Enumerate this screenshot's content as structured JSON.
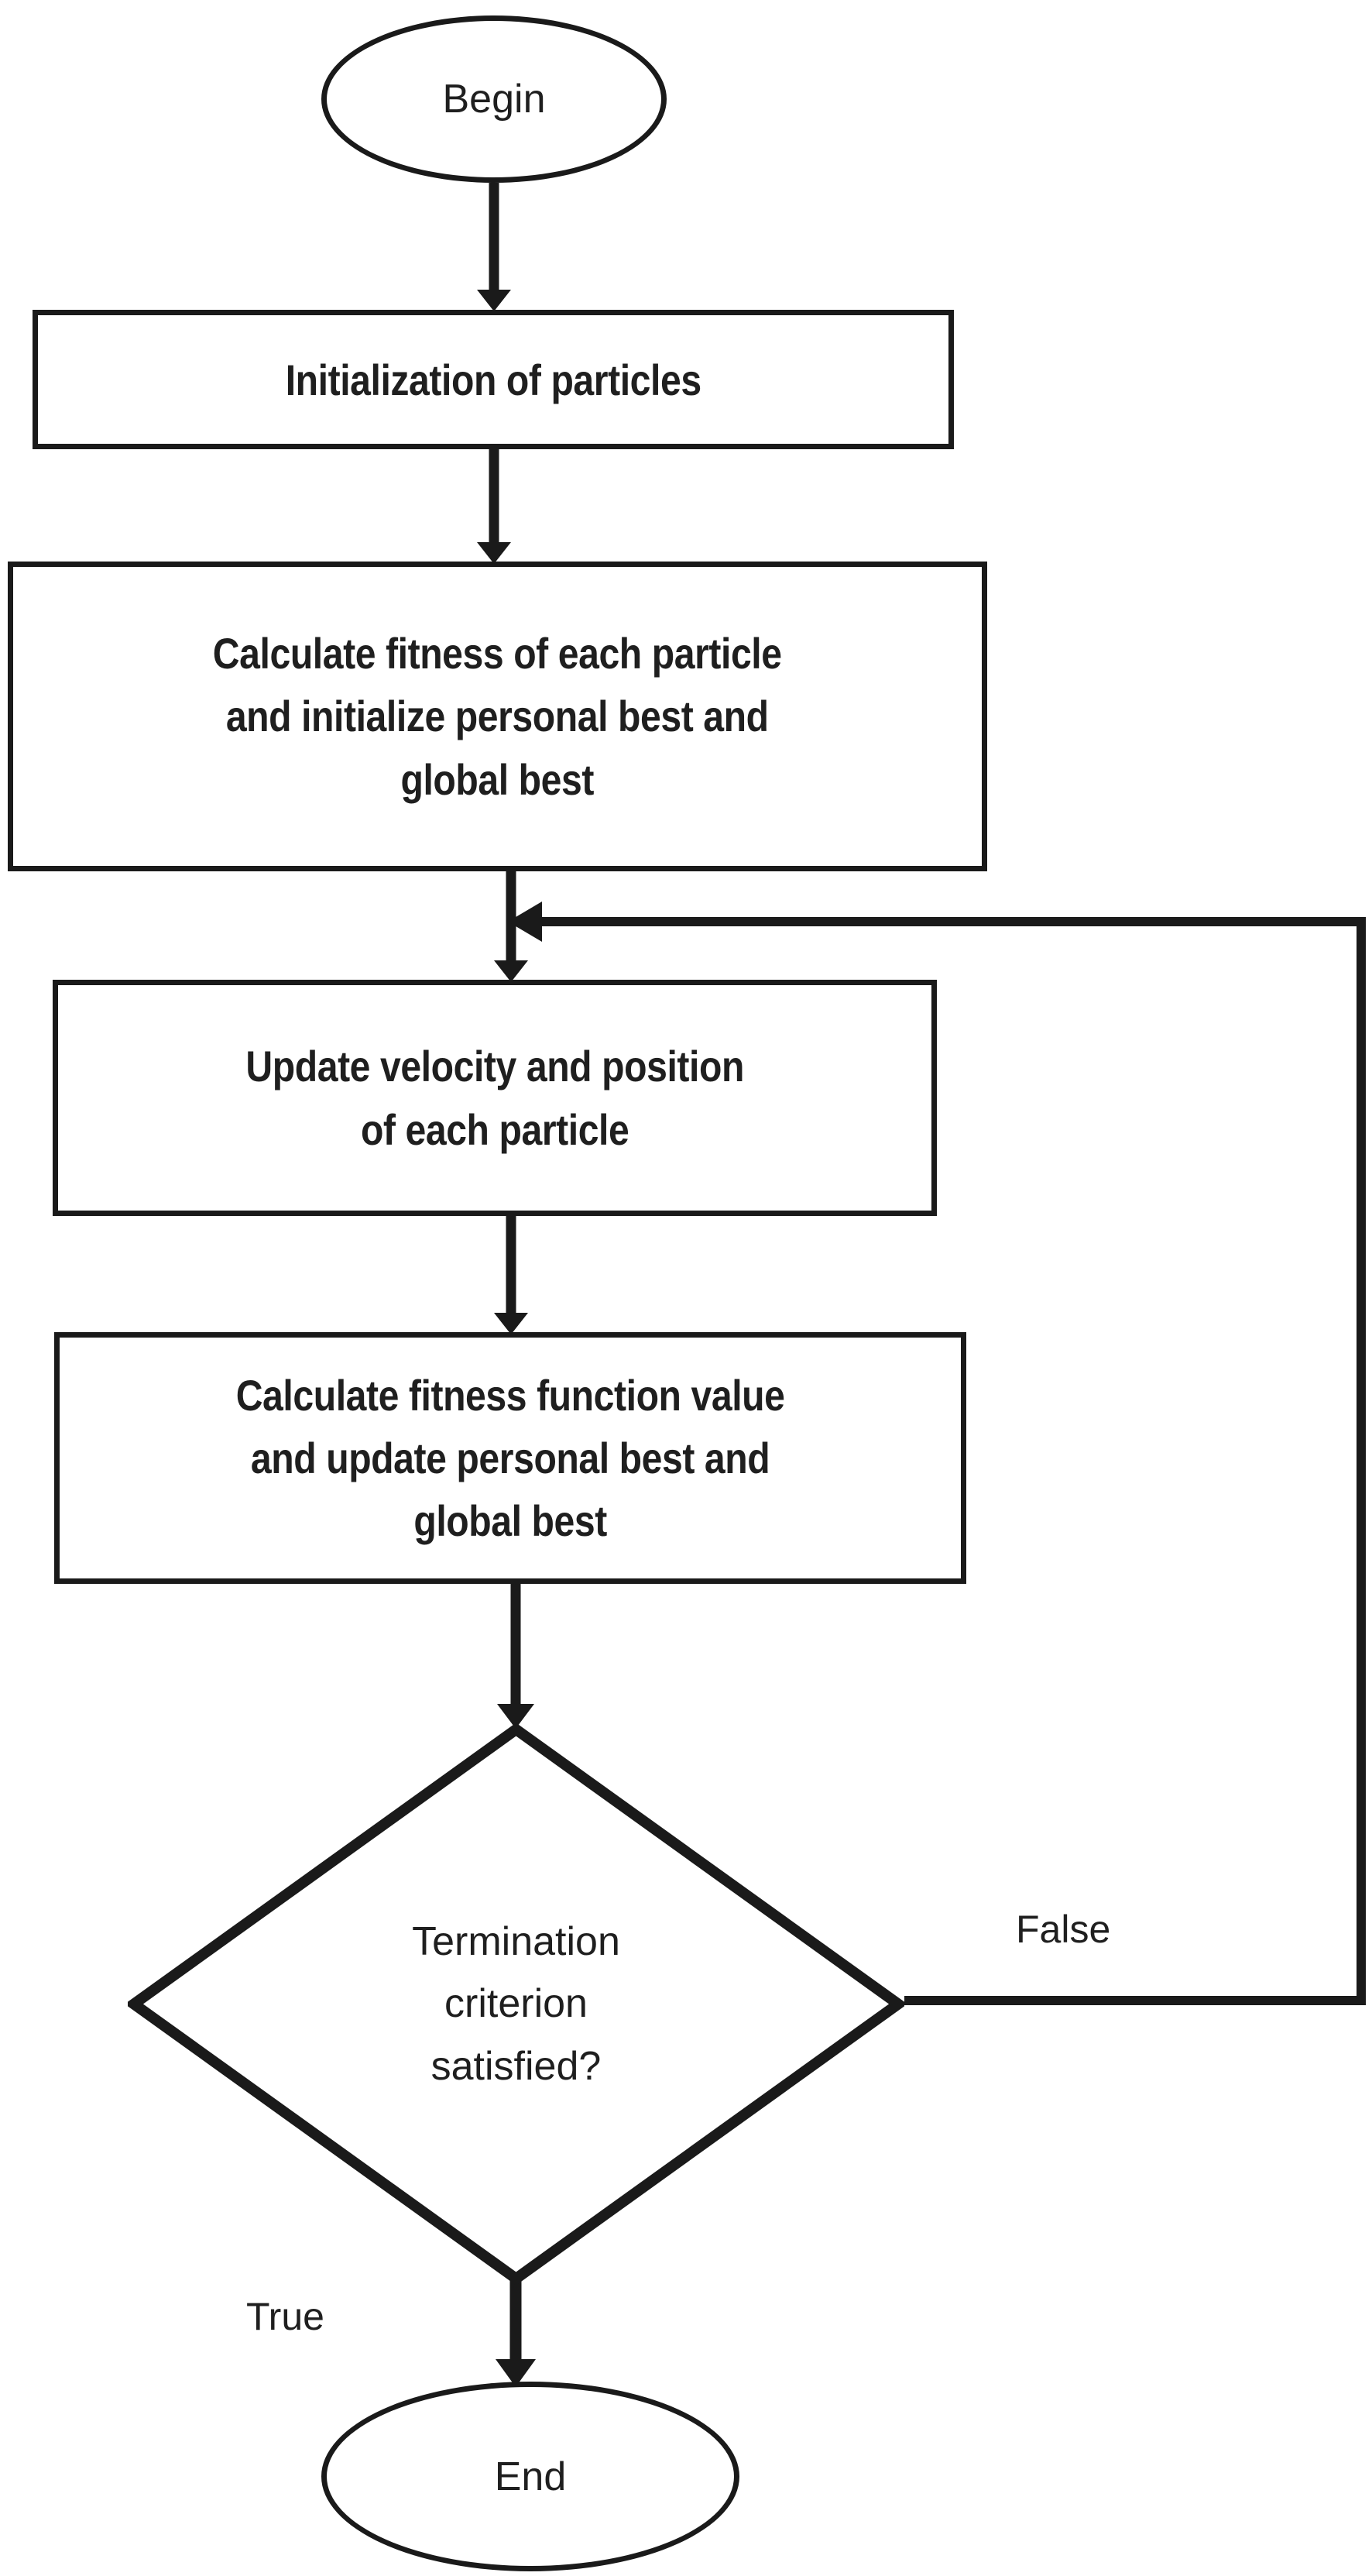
{
  "diagram": {
    "type": "flowchart",
    "title": "Particle Swarm Optimization flowchart",
    "colors": {
      "stroke": "#1a1a1a",
      "text": "#1f1f1f",
      "background": "#ffffff"
    },
    "nodes": [
      {
        "id": "begin",
        "shape": "ellipse",
        "label": "Begin"
      },
      {
        "id": "init",
        "shape": "rectangle",
        "label": "Initialization of particles"
      },
      {
        "id": "calcfit",
        "shape": "rectangle",
        "label": "Calculate fitness of each particle\nand initialize  personal best and\nglobal best"
      },
      {
        "id": "update",
        "shape": "rectangle",
        "label": "Update velocity and  position\nof each particle"
      },
      {
        "id": "calcfn",
        "shape": "rectangle",
        "label": "Calculate fitness function value\nand update personal best and\nglobal best"
      },
      {
        "id": "decision",
        "shape": "diamond",
        "label": "Termination\ncriterion\nsatisfied?"
      },
      {
        "id": "end",
        "shape": "ellipse",
        "label": "End"
      }
    ],
    "edges": [
      {
        "from": "begin",
        "to": "init",
        "label": ""
      },
      {
        "from": "init",
        "to": "calcfit",
        "label": ""
      },
      {
        "from": "calcfit",
        "to": "update",
        "label": ""
      },
      {
        "from": "update",
        "to": "calcfn",
        "label": ""
      },
      {
        "from": "calcfn",
        "to": "decision",
        "label": ""
      },
      {
        "from": "decision",
        "to": "end",
        "label": "True"
      },
      {
        "from": "decision",
        "to": "update",
        "label": "False"
      }
    ],
    "edge_labels": {
      "false": "False",
      "true": "True"
    }
  }
}
